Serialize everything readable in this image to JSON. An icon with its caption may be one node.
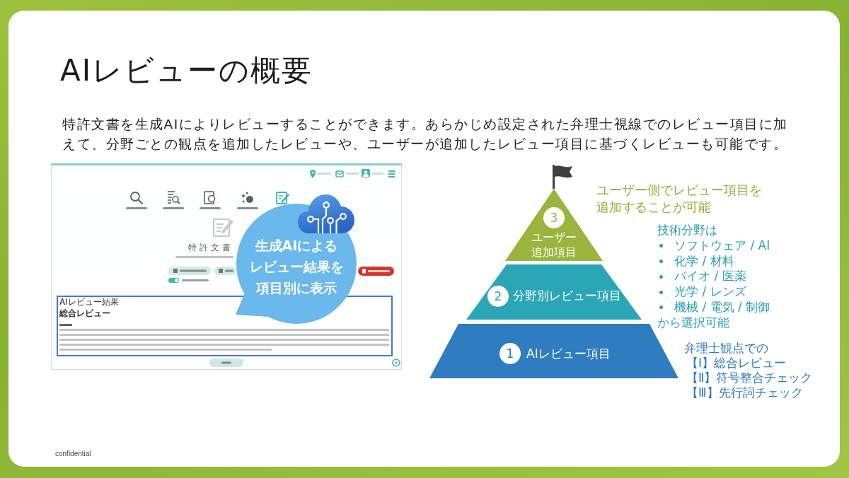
{
  "diagram": {
    "title": "AIレビューの概要",
    "nodes": [
      {
        "text": [
          "生成AIによるレビュー結果を項目別に表示"
        ]
      },
      {
        "text": [
          "3",
          "ユーザー追加項目"
        ],
        "beside": [
          "ユーザー側でレビュー項目を追加することが可能"
        ]
      },
      {
        "text": [
          "2",
          "分野別レビュー項目"
        ],
        "beside": [
          "技術分野は",
          "ソフトウェア / AI",
          "化学 / 材料",
          "バイオ / 医薬",
          "光学 / レンズ",
          "機械 / 電気 / 制御",
          "から選択可能"
        ]
      },
      {
        "text": [
          "1",
          "AIレビュー項目"
        ],
        "beside": [
          "弁理士観点での",
          "【Ⅰ】総合レビュー",
          "【Ⅱ】符号整合チェック",
          "【Ⅲ】先行詞チェック"
        ]
      }
    ],
    "labels": [
      "特許文書を生成AIによりレビューすることができます。あらかじめ設定された弁理士視線でのレビュー項目に加えて、分野ごとの観点を追加したレビューや、ユーザーが追加したレビュー項目に基づくレビューも可能です。",
      "特許文書",
      "AIレビュー結果",
      "総合レビュー",
      "confidential"
    ]
  }
}
